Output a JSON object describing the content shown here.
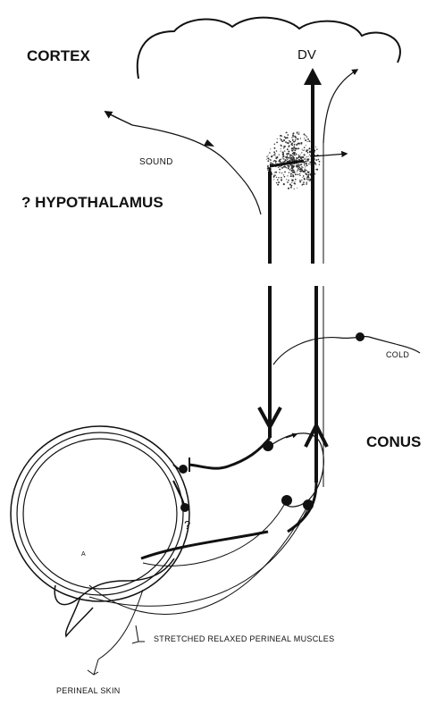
{
  "labels": {
    "cortex": "CORTEX",
    "dv": "DV",
    "sound": "SOUND",
    "hypothalamus": "? HYPOTHALAMUS",
    "cold": "COLD",
    "conus": "CONUS",
    "question": "?",
    "bladder_mark": "A",
    "stretched": "STRETCHED RELAXED PERINEAL MUSCLES",
    "perineal_skin": "PERINEAL SKIN"
  },
  "colors": {
    "ink": "#111111",
    "stipple": "#333333"
  }
}
